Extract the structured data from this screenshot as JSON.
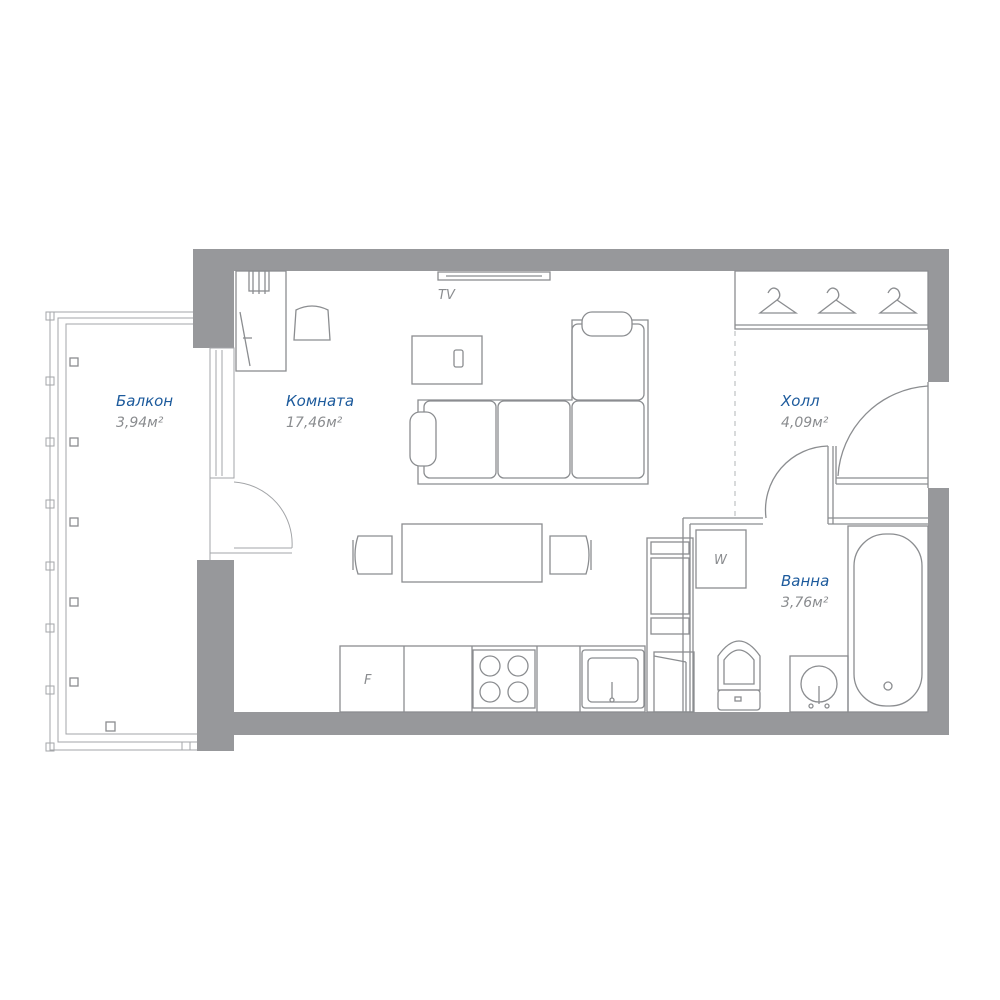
{
  "colors": {
    "wall": "#97989b",
    "room_label": "#1c5a9c",
    "area_label": "#8a8c8f",
    "furniture_line": "#8b8d90"
  },
  "rooms": [
    {
      "id": "balcony",
      "name": "Балкон",
      "area": "3,94м²"
    },
    {
      "id": "room",
      "name": "Комната",
      "area": "17,46м²"
    },
    {
      "id": "hall",
      "name": "Холл",
      "area": "4,09м²"
    },
    {
      "id": "bath",
      "name": "Ванна",
      "area": "3,76м²"
    }
  ],
  "labels": {
    "tv": "TV",
    "fridge": "F",
    "washer": "W"
  },
  "icons": [
    "hanger-icon",
    "tv-icon",
    "sofa-icon",
    "stove-icon",
    "sink-icon",
    "toilet-icon",
    "bathtub-icon",
    "door-icon"
  ]
}
